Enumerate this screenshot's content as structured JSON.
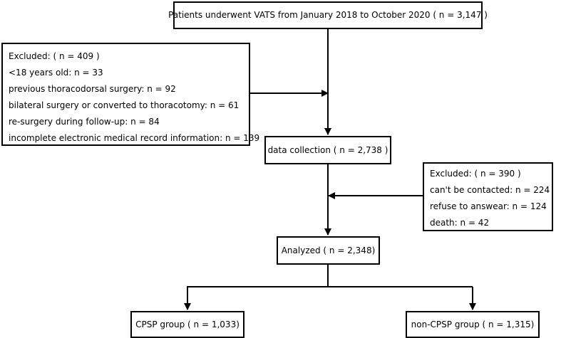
{
  "boxes": {
    "start": "Patients underwent VATS from January 2018 to October 2020 ( n = 3,147 )",
    "excluded1": {
      "title": "Excluded: ( n = 409 )",
      "items": [
        "<18 years old: n = 33",
        "previous thoracodorsal surgery: n = 92",
        "bilateral surgery or converted to thoracotomy: n = 61",
        "re-surgery during follow-up: n = 84",
        "incomplete electronic medical record information: n = 139"
      ]
    },
    "data_collection": "data collection ( n = 2,738 )",
    "excluded2": {
      "title": "Excluded: ( n = 390 )",
      "items": [
        "can't be contacted: n = 224",
        "refuse to answear: n = 124",
        "death: n = 42"
      ]
    },
    "analyzed": "Analyzed ( n = 2,348)",
    "cpsp": "CPSP group ( n = 1,033)",
    "non_cpsp": "non-CPSP group ( n = 1,315)"
  },
  "colors": {
    "stroke": "#000000",
    "background": "#ffffff"
  }
}
